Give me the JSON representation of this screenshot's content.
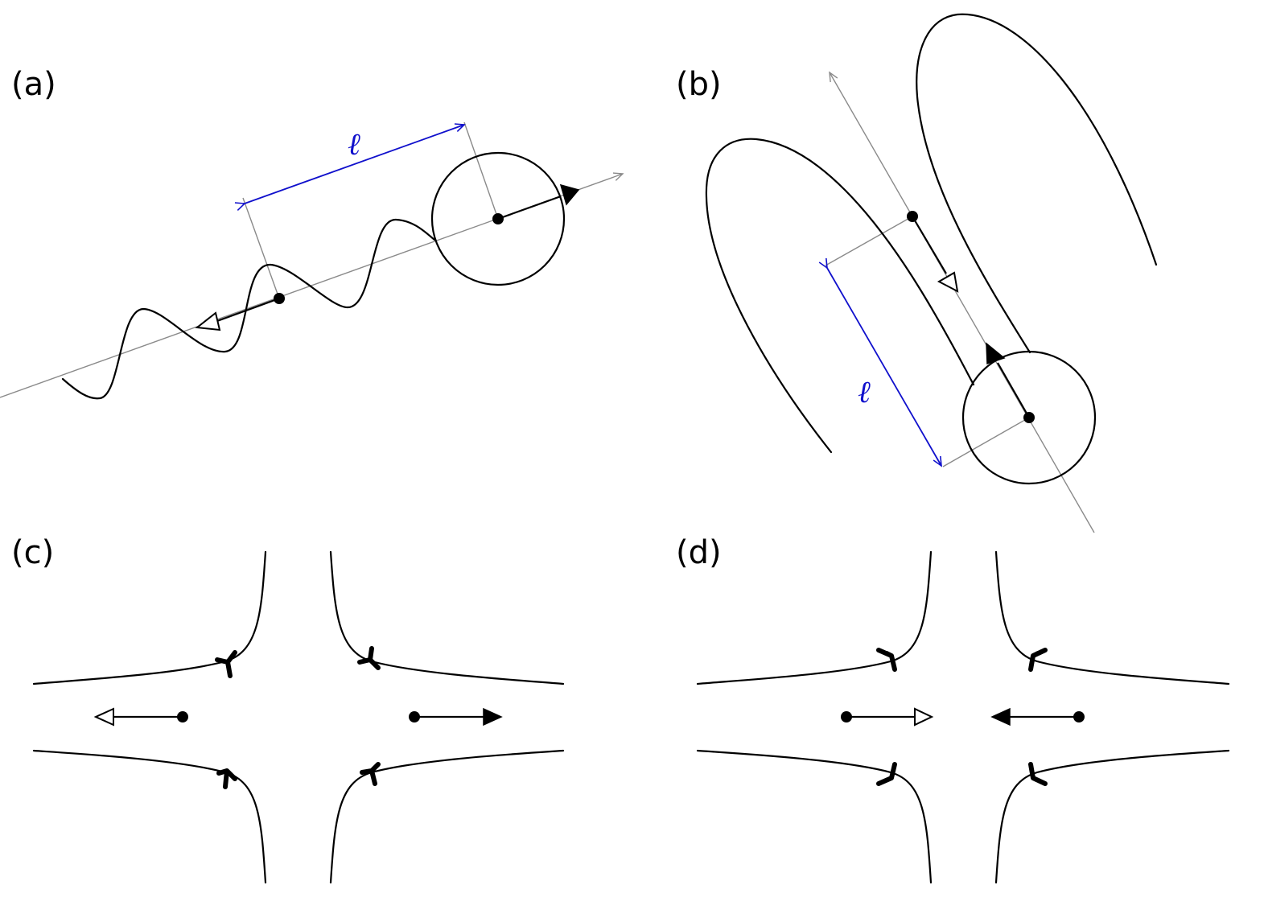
{
  "figure": {
    "panels": [
      {
        "id": "a",
        "label": "(a)"
      },
      {
        "id": "b",
        "label": "(b)"
      },
      {
        "id": "c",
        "label": "(c)"
      },
      {
        "id": "d",
        "label": "(d)"
      }
    ],
    "length_symbol": "ℓ",
    "colors": {
      "ink": "#000000",
      "axis": "#8a8a8a",
      "dimension": "#1010cc"
    }
  }
}
